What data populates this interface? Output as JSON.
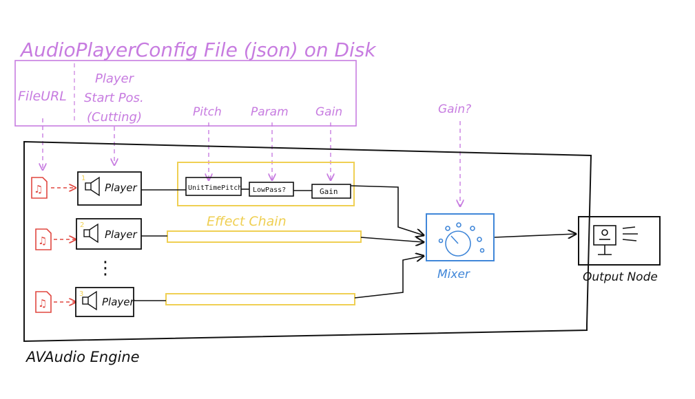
{
  "config": {
    "title": "AudioPlayerConfig File (json) on Disk",
    "field_file_url": "FileURL",
    "field_player_line1": "Player",
    "field_player_line2": "Start Pos.",
    "field_player_line3": "(Cutting)",
    "field_pitch": "Pitch",
    "field_param": "Param",
    "field_gain": "Gain",
    "mixer_gain": "Gain?"
  },
  "engine": {
    "label": "AVAudio Engine"
  },
  "players": [
    {
      "number": "1",
      "label": "Player"
    },
    {
      "number": "2",
      "label": "Player"
    },
    {
      "number": "3",
      "label": "Player"
    }
  ],
  "ellipsis": "⋮",
  "effects": {
    "label": "Effect Chain",
    "unit_time_pitch": "UnitTimePitch",
    "low_pass": "LowPass?",
    "gain": "Gain"
  },
  "mixer": {
    "label": "Mixer"
  },
  "output": {
    "label": "Output Node"
  },
  "colors": {
    "config": "#c77ce0",
    "engine": "#111111",
    "file": "#e0463f",
    "effects": "#efcf52",
    "mixer": "#3f86d8"
  },
  "icons": {
    "file": "music-file-icon",
    "player": "speaker-icon",
    "mixer": "knob-icon",
    "output": "monitor-icon"
  }
}
